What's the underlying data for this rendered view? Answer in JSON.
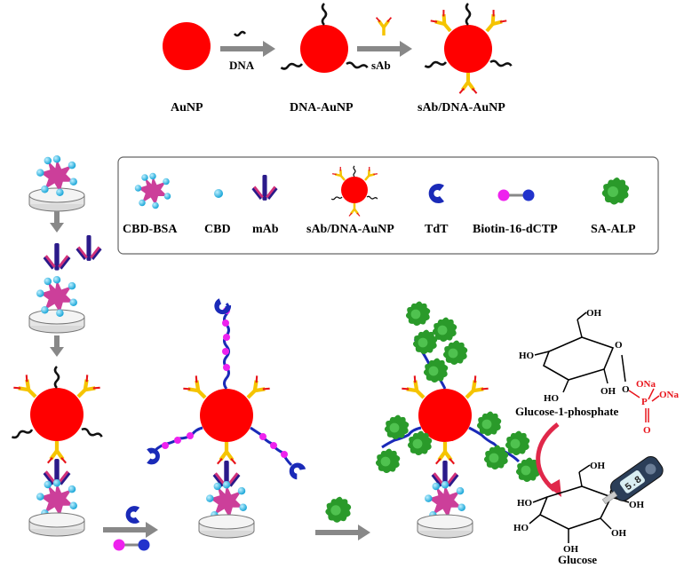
{
  "top": {
    "arrow1_label": "DNA",
    "arrow2_label": "sAb",
    "aunp": "AuNP",
    "dna_aunp": "DNA-AuNP",
    "sab_dna_aunp": "sAb/DNA-AuNP"
  },
  "legend": {
    "items": [
      "CBD-BSA",
      "CBD",
      "mAb",
      "sAb/DNA-AuNP",
      "TdT",
      "Biotin-16-dCTP",
      "SA-ALP"
    ]
  },
  "chemistry": {
    "g1p": "Glucose-1-phosphate",
    "glucose": "Glucose",
    "oh": "OH",
    "ho": "HO",
    "o": "O",
    "p": "P",
    "ona": "ONa",
    "meter_value": "5.8"
  },
  "colors": {
    "aunp": "#ff0000",
    "dna": "#111111",
    "antibody_mab": "#2a1a8a",
    "antibody_sab": "#f5c400",
    "cbd": "#29b8e8",
    "cbd_bsa": "#cc3f9a",
    "tdt": "#1a2ab8",
    "biotin": "#ee22ee",
    "dctp": "#2233cc",
    "sa_alp": "#2a9a2a",
    "arrow": "#888888",
    "phosphate": "#e8141b"
  }
}
